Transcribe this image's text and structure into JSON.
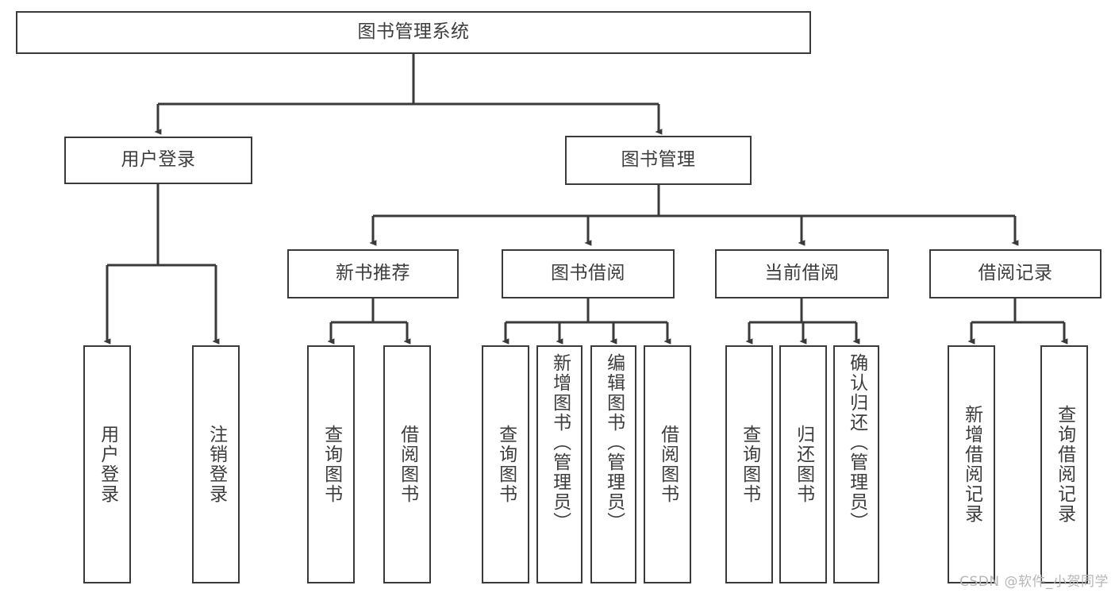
{
  "diagram": {
    "title": "图书管理系统",
    "type": "tree-hierarchy-chart",
    "root": {
      "id": "root",
      "label": "图书管理系统"
    },
    "level1": [
      {
        "id": "user-login",
        "label": "用户登录"
      },
      {
        "id": "book-management",
        "label": "图书管理"
      }
    ],
    "level2": [
      {
        "id": "new-book-recommend",
        "label": "新书推荐",
        "parent": "book-management"
      },
      {
        "id": "book-borrow",
        "label": "图书借阅",
        "parent": "book-management"
      },
      {
        "id": "current-borrow",
        "label": "当前借阅",
        "parent": "book-management"
      },
      {
        "id": "borrow-record",
        "label": "借阅记录",
        "parent": "book-management"
      }
    ],
    "leaves": [
      {
        "id": "leaf-user-login",
        "label": "用户登录",
        "parent": "user-login"
      },
      {
        "id": "leaf-logout-login",
        "label": "注销登录",
        "parent": "user-login"
      },
      {
        "id": "leaf-query-book-1",
        "label": "查询图书",
        "parent": "new-book-recommend"
      },
      {
        "id": "leaf-borrow-book-1",
        "label": "借阅图书",
        "parent": "new-book-recommend"
      },
      {
        "id": "leaf-query-book-2",
        "label": "查询图书",
        "parent": "book-borrow"
      },
      {
        "id": "leaf-add-book",
        "label": "新增图书（管理员）",
        "parent": "book-borrow"
      },
      {
        "id": "leaf-edit-book",
        "label": "编辑图书（管理员）",
        "parent": "book-borrow"
      },
      {
        "id": "leaf-borrow-book-2",
        "label": "借阅图书",
        "parent": "book-borrow"
      },
      {
        "id": "leaf-query-book-3",
        "label": "查询图书",
        "parent": "current-borrow"
      },
      {
        "id": "leaf-return-book",
        "label": "归还图书",
        "parent": "current-borrow"
      },
      {
        "id": "leaf-confirm-return",
        "label": "确认归还（管理员）",
        "parent": "current-borrow"
      },
      {
        "id": "leaf-add-record",
        "label": "新增借阅记录",
        "parent": "borrow-record"
      },
      {
        "id": "leaf-query-record",
        "label": "查询借阅记录",
        "parent": "borrow-record"
      }
    ],
    "colors": {
      "stroke": "#3a3a3a",
      "text": "#3d3d3d",
      "background": "#ffffff",
      "watermark": "#b6b6b6"
    }
  },
  "watermark": {
    "text": "CSDN @软件_小贺同学"
  }
}
